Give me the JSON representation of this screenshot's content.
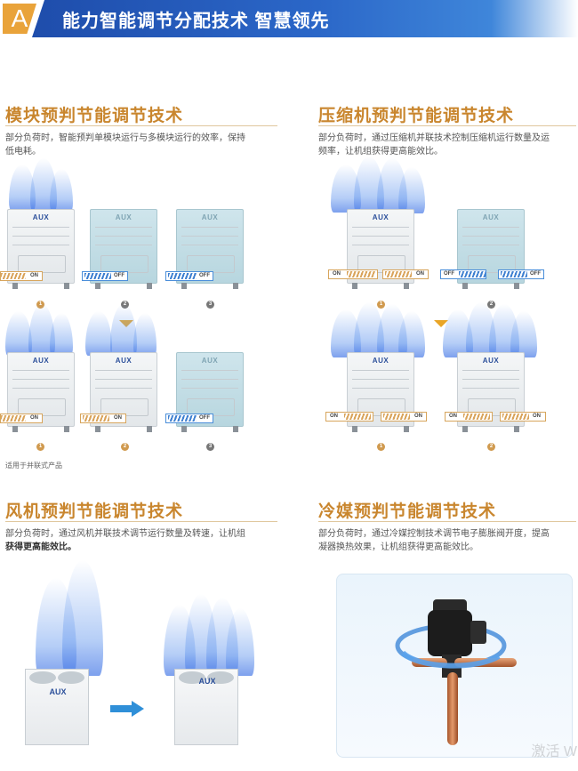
{
  "banner": {
    "badge_letter": "A",
    "title": "能力智能调节分配技术 智慧领先"
  },
  "sections": {
    "module": {
      "title": "模块预判节能调节技术",
      "desc_line1": "部分负荷时，智能预判单模块运行与多模块运行的效率，保持",
      "desc_line2": "低电耗。",
      "note": "适用于并联式产品"
    },
    "compressor": {
      "title": "压缩机预判节能调节技术",
      "desc_line1": "部分负荷时，通过压缩机并联技术控制压缩机运行数量及运",
      "desc_line2": "频率，让机组获得更高能效比。"
    },
    "fan": {
      "title": "风机预判节能调节技术",
      "desc_line1": "部分负荷时，通过风机并联技术调节运行数量及转速，让机组",
      "desc_line2": "获得更高能效比。"
    },
    "refrigerant": {
      "title": "冷媒预判节能调节技术",
      "desc_line1": "部分负荷时，通过冷媒控制技术调节电子膨胀阀开度，提高",
      "desc_line2": "凝器换热效果，让机组获得更高能效比。"
    }
  },
  "labels": {
    "brand": "AUX",
    "on": "ON",
    "off": "OFF",
    "n1": "1",
    "n2": "2",
    "n3": "3"
  },
  "watermark": "激活 W",
  "colors": {
    "accent_gold": "#c9862e",
    "banner_blue": "#1d4aa8",
    "off_blue": "#3d7fd0"
  }
}
